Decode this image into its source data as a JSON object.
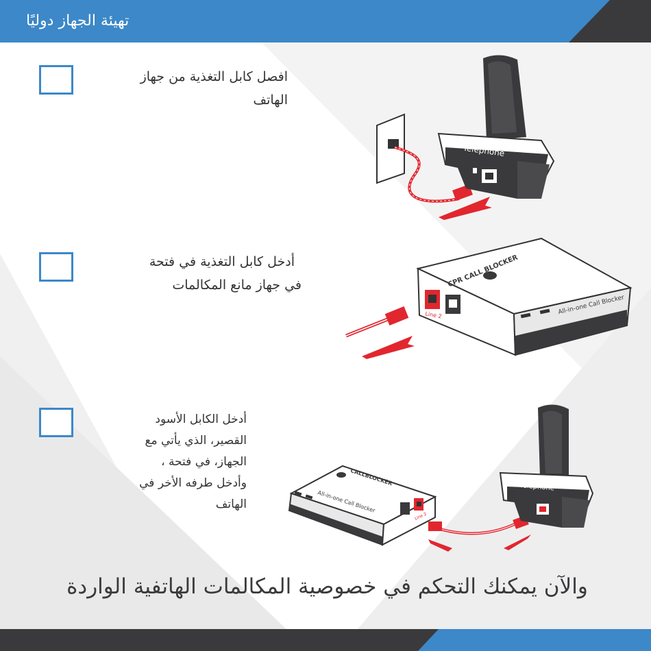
{
  "header": {
    "title": "تهيئة الجهاز   دوليًا"
  },
  "steps": [
    {
      "line1": "افصل كابل التغذية من جهاز",
      "line2": "الهاتف"
    },
    {
      "line1": "أدخل كابل التغذية في فتحة",
      "line2": "في جهاز مانع المكالمات"
    },
    {
      "line1": "أدخل الكابل الأسود",
      "line2": "القصير، الذي يأتي مع",
      "line3": "الجهاز، في فتحة          ،",
      "line4": "وأدخل طرفه الأخر في",
      "line5": "الهاتف"
    }
  ],
  "illustrations": {
    "phone1_label": "Telephone",
    "phone2_label": "Telephone",
    "blocker_brand": "CPR CALL BLOCKER",
    "blocker_subtitle": "All-in-one Call Blocker",
    "port_label": "Line 2",
    "blocker2_brand": "CALLBLOCKER",
    "blocker2_subtitle": "All-in-one Call Blocker",
    "port2_label": "Line 2"
  },
  "closing": "والآن يمكنك التحكم في خصوصية المكالمات الهاتفية الواردة",
  "colors": {
    "accent": "#3c88c8",
    "dark": "#3a3a3c",
    "red": "#e2262e"
  }
}
